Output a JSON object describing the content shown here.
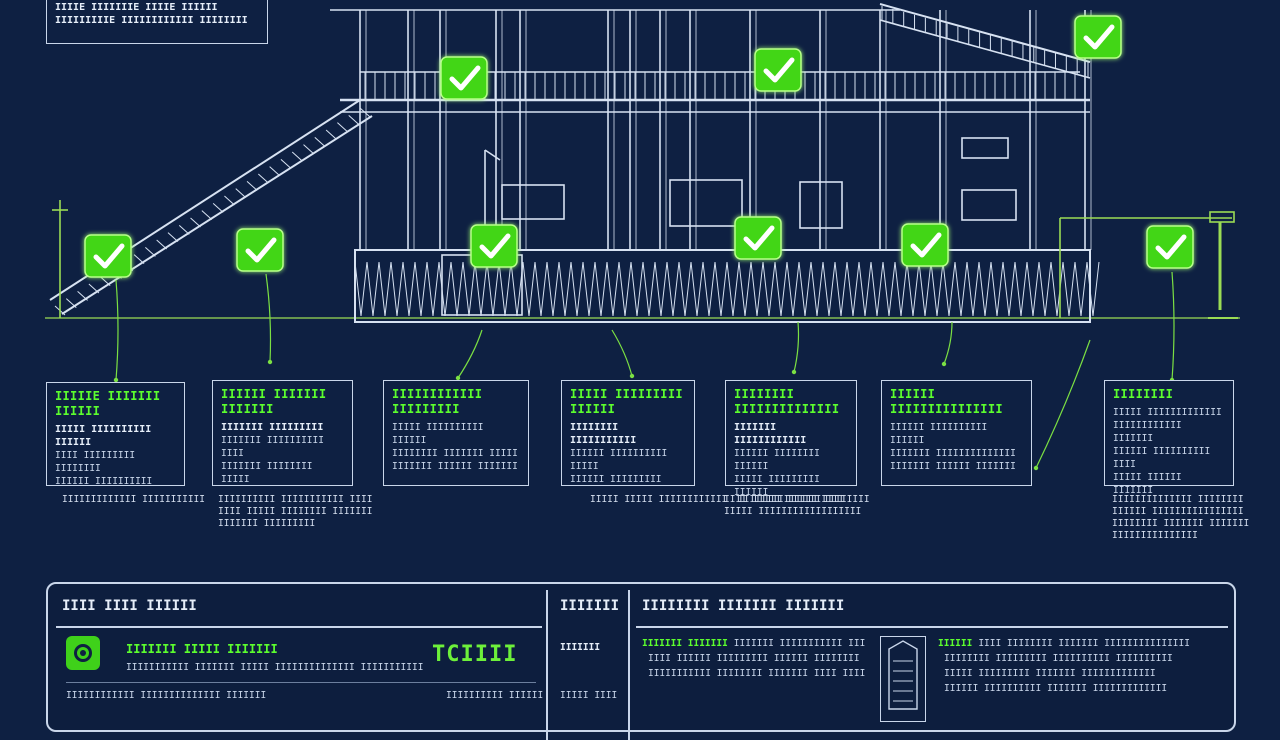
{
  "corner_note": {
    "line1": "IIIIE IIIIIIIE IIIIE IIIIII",
    "line2": "IIIIIIIIIE IIIIIIIIIIII IIIIIIII"
  },
  "labels": [
    {
      "title": "IIIIIE IIIIIII IIIIII",
      "subtitle": "IIIII IIIIIIIIII IIIIII",
      "lines": [
        "IIII IIIIIIIII IIIIIIII",
        "IIIIII IIIIIIIIII"
      ]
    },
    {
      "title": "IIIIII IIIIIII IIIIIII",
      "subtitle": "IIIIIII IIIIIIIII",
      "lines": [
        "IIIIIII IIIIIIIIII IIII",
        "IIIIIII IIIIIIII IIIII"
      ]
    },
    {
      "title": "IIIIIIIIIIII IIIIIIIII",
      "subtitle": "",
      "lines": [
        "IIIII IIIIIIIIII IIIIII",
        "IIIIIIII IIIIIII IIIII",
        "IIIIIII IIIIII IIIIIII"
      ]
    },
    {
      "title": "IIIII IIIIIIIII IIIIII",
      "subtitle": "IIIIIIII IIIIIIIIIII",
      "lines": [
        "IIIIII IIIIIIIIII IIIII",
        "IIIIII IIIIIIIII"
      ]
    },
    {
      "title": "IIIIIIII IIIIIIIIIIIIII",
      "subtitle": "IIIIIII IIIIIIIIIIII",
      "lines": [
        "IIIIII IIIIIIII IIIIII",
        "IIIII IIIIIIIII IIIIII"
      ]
    },
    {
      "title": "IIIIII IIIIIIIIIIIIIII",
      "subtitle": "",
      "lines": [
        "IIIIII IIIIIIIIII IIIIII",
        "IIIIIII IIIIIIIIIIIIII",
        "IIIIIII IIIIII IIIIIII"
      ]
    },
    {
      "title": "IIIIIIII",
      "subtitle": "",
      "lines": [
        "IIIII IIIIIIIIIIIII",
        "IIIIIIIIIIII IIIIIII",
        "IIIIII IIIIIIIIII IIII",
        "IIIII IIIIII IIIIIII"
      ]
    }
  ],
  "notes": [
    {
      "lines": [
        "IIIIIIIIIIIII IIIIIIIIIII"
      ]
    },
    {
      "lines": [
        "IIIIIIIIII IIIIIIIIIII IIII",
        "IIII IIIII IIIIIIII IIIIIII",
        "IIIIIII IIIIIIIII"
      ]
    },
    {
      "lines": [
        "IIIII IIIII IIIIIIIIIIII"
      ]
    },
    {
      "lines": [
        "IIIIIIIIIIIIII IIIIIIII"
      ]
    },
    {
      "lines": [
        "IIII IIIII IIIIIIIIII",
        "IIIII IIIIIIIIIIIIIIIIII"
      ]
    },
    {
      "lines": [
        "IIIIIIIIIIIIII IIIIIIII",
        "IIIIII IIIIIIIIIIIIIIII",
        "IIIIIIII IIIIIII IIIIIII",
        "IIIIIIIIIIIIIII"
      ]
    }
  ],
  "panel": {
    "header_left": "IIII IIII IIIIII",
    "header_mid": "IIIIIII",
    "header_right": "IIIIIIII IIIIIII IIIIIII",
    "feature_title": "IIIIIII IIIII IIIIIII",
    "feature_desc": "IIIIIIIIIII IIIIIII IIIII IIIIIIIIIIIIII IIIIIIIIIII",
    "feature_code": "TCIIII",
    "footer_left": "IIIIIIIIIIII IIIIIIIIIIIIII IIIIIII",
    "footer_code": "IIIIIIIIII IIIIII",
    "mid_line1": "IIIIIII",
    "mid_line2": "IIIII IIII",
    "right_lines": [
      {
        "green": "IIIIIII IIIIIII",
        "text": "IIIIIII IIIIIIIIIII IIIIIIII IIIIIIIIII"
      },
      {
        "green": "",
        "text": "IIII IIIIII IIIIIIIII IIIIII IIIIIIII IIIII"
      },
      {
        "green": "",
        "text": "IIIIIIIIIII IIIIIIII IIIIIII IIII IIIIIIII"
      }
    ],
    "right2_lines": [
      {
        "green": "IIIIII",
        "text": "IIII IIIIIIII IIIIIII IIIIIIIIIIIIIII"
      },
      {
        "green": "",
        "text": "IIIIIIII IIIIIIIII IIIIIIIIII IIIIIIIIII"
      },
      {
        "green": "",
        "text": "IIIII IIIIIIIII IIIIIII IIIIIIIIIIIII"
      },
      {
        "green": "",
        "text": "IIIIII IIIIIIIIII IIIIIII IIIIIIIIIIIII"
      }
    ]
  }
}
